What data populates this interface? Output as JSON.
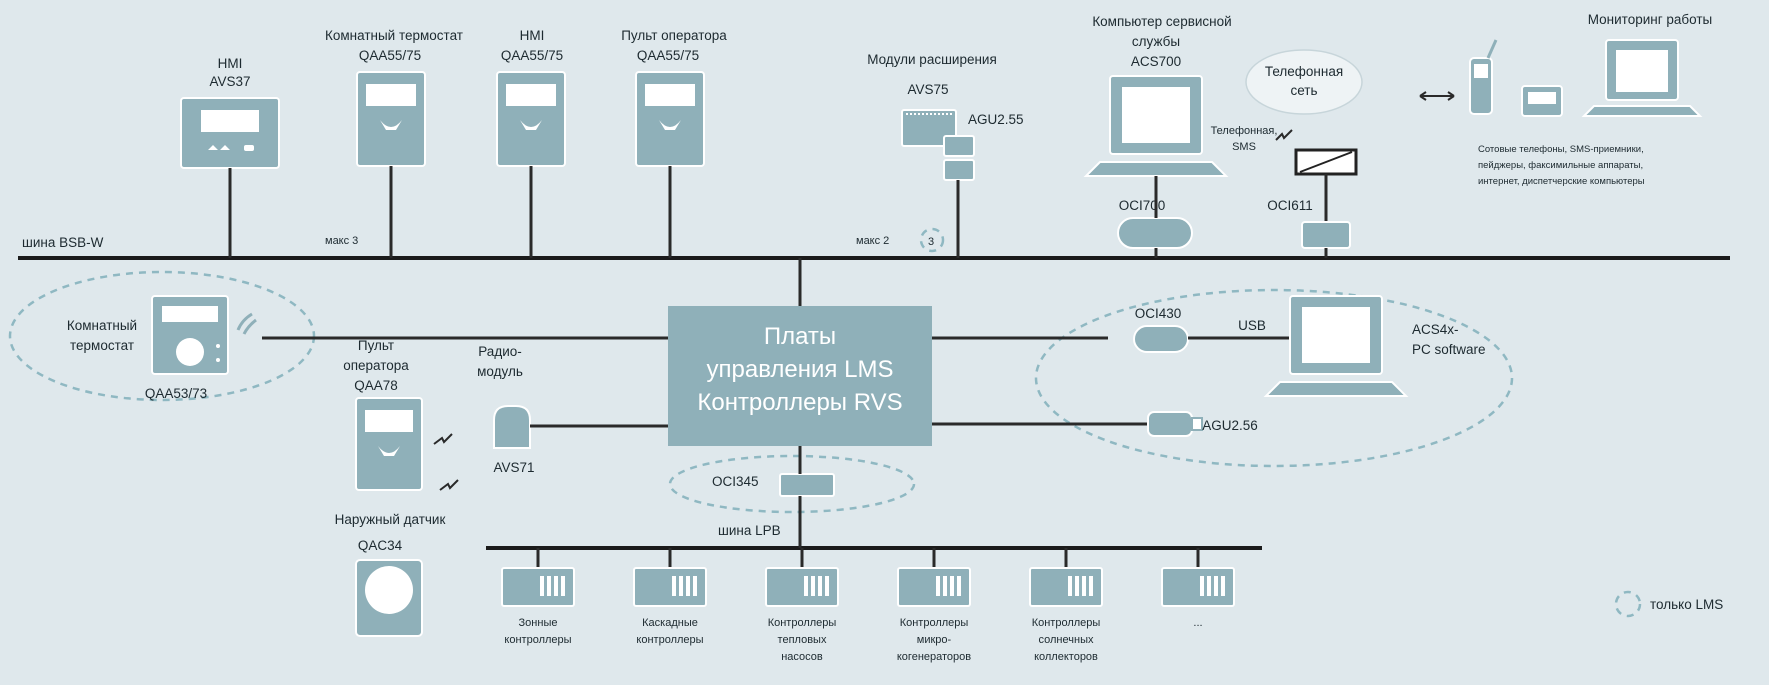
{
  "buses": {
    "bsb_label": "шина BSB-W",
    "lpb_label": "шина LPB"
  },
  "top_devices": {
    "hmi_avs37": {
      "line1": "HMI",
      "line2": "AVS37"
    },
    "thermostat": {
      "line1": "Комнатный термостат",
      "line2": "QAA55/75"
    },
    "hmi_qaa": {
      "line1": "HMI",
      "line2": "QAA55/75"
    },
    "operator_panel": {
      "line1": "Пульт оператора",
      "line2": "QAA55/75"
    },
    "max3": "макс 3",
    "expansion": {
      "line1": "Модули расширения",
      "line2": "AVS75",
      "agu": "AGU2.55"
    },
    "max2": "макс 2",
    "max2_lms": "3",
    "service_pc": {
      "line1": "Компьютер сервисной",
      "line2": "службы",
      "line3": "ACS700",
      "oci": "OCI700"
    },
    "phone_net": {
      "line1": "Телефонная",
      "line2": "сеть"
    },
    "phone_sms": {
      "line1": "Телефонная,",
      "line2": "SMS"
    },
    "oci611": "OCI611",
    "monitoring": {
      "title": "Мониторинг работы",
      "desc1": "Сотовые телефоны, SMS-приемники,",
      "desc2": "пейджеры, факсимильные аппараты,",
      "desc3": "интернет, диспетчерские компьютеры"
    }
  },
  "center": {
    "line1": "Платы",
    "line2": "управления LMS",
    "line3": "Контроллеры RVS"
  },
  "left": {
    "thermostat": {
      "line1": "Комнатный",
      "line2": "термостат",
      "model": "QAA53/73"
    },
    "operator": {
      "line1": "Пульт",
      "line2": "оператора",
      "model": "QAA78"
    },
    "radio": {
      "line1": "Радио-",
      "line2": "модуль",
      "model": "AVS71"
    },
    "sensor": {
      "line1": "Наружный датчик",
      "model": "QAC34"
    },
    "oci345": "OCI345"
  },
  "right": {
    "oci430": "OCI430",
    "usb": "USB",
    "pc": {
      "line1": "ACS4x-",
      "line2": "PC software"
    },
    "agu256": "AGU2.56"
  },
  "controllers": [
    {
      "line1": "Зонные",
      "line2": "контроллеры",
      "line3": ""
    },
    {
      "line1": "Каскадные",
      "line2": "контроллеры",
      "line3": ""
    },
    {
      "line1": "Контроллеры",
      "line2": "тепловых",
      "line3": "насосов"
    },
    {
      "line1": "Контроллеры",
      "line2": "микро-",
      "line3": "когенераторов"
    },
    {
      "line1": "Контроллеры",
      "line2": "солнечных",
      "line3": "коллекторов"
    },
    {
      "line1": "...",
      "line2": "",
      "line3": ""
    }
  ],
  "legend": {
    "text": "только LMS"
  }
}
